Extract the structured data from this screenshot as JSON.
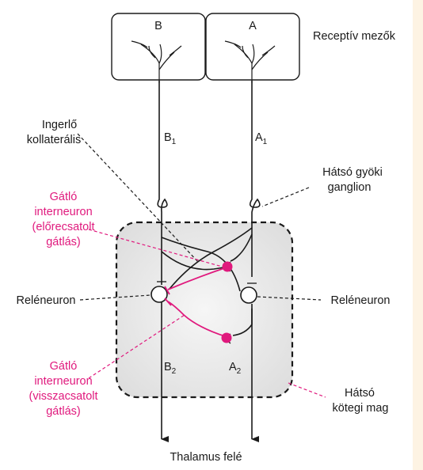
{
  "colors": {
    "line": "#1a1a1a",
    "inhibitory": "#e0197d",
    "nucleus_fill": "#e6e6e6",
    "panel": "#ffffff",
    "page_bg": "#fdf3e3"
  },
  "labels": {
    "field_b": "B",
    "field_a": "A",
    "receptive_fields": "Receptív mezők",
    "collateral_line1": "Ingerlő",
    "collateral_line2": "kollaterális",
    "fiber_b1_letter": "B",
    "fiber_b1_sub": "1",
    "fiber_a1_letter": "A",
    "fiber_a1_sub": "1",
    "ganglion_line1": "Hátsó gyöki",
    "ganglion_line2": "ganglion",
    "ff_line1": "Gátló",
    "ff_line2": "interneuron",
    "ff_line3": "(előrecsatolt",
    "ff_line4": "gátlás)",
    "relay_left": "Reléneuron",
    "relay_right": "Reléneuron",
    "fb_line1": "Gátló",
    "fb_line2": "interneuron",
    "fb_line3": "(visszacsatolt",
    "fb_line4": "gátlás)",
    "fiber_b2_letter": "B",
    "fiber_b2_sub": "2",
    "fiber_a2_letter": "A",
    "fiber_a2_sub": "2",
    "nucleus_line1": "Hátsó",
    "nucleus_line2": "kötegi mag",
    "thalamus": "Thalamus felé"
  }
}
